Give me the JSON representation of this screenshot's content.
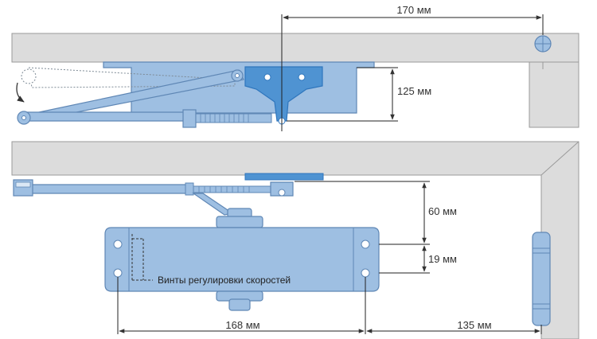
{
  "colors": {
    "frame": "#dcdcdc",
    "frame_edge": "#9a9a9a",
    "closer_body": "#9ebfe2",
    "closer_edge": "#5f87b5",
    "bracket": "#4f93d2",
    "bracket_dark": "#2f76bd",
    "dim_line": "#333333"
  },
  "top_view": {
    "dim_width": "170 мм",
    "dim_height": "125 мм"
  },
  "front_view": {
    "dim_arm_offset": "60 мм",
    "dim_hole_spacing": "19 мм",
    "dim_body_length": "168 мм",
    "dim_hinge_offset": "135 мм",
    "speed_screws_label": "Винты регулировки скоростей"
  }
}
